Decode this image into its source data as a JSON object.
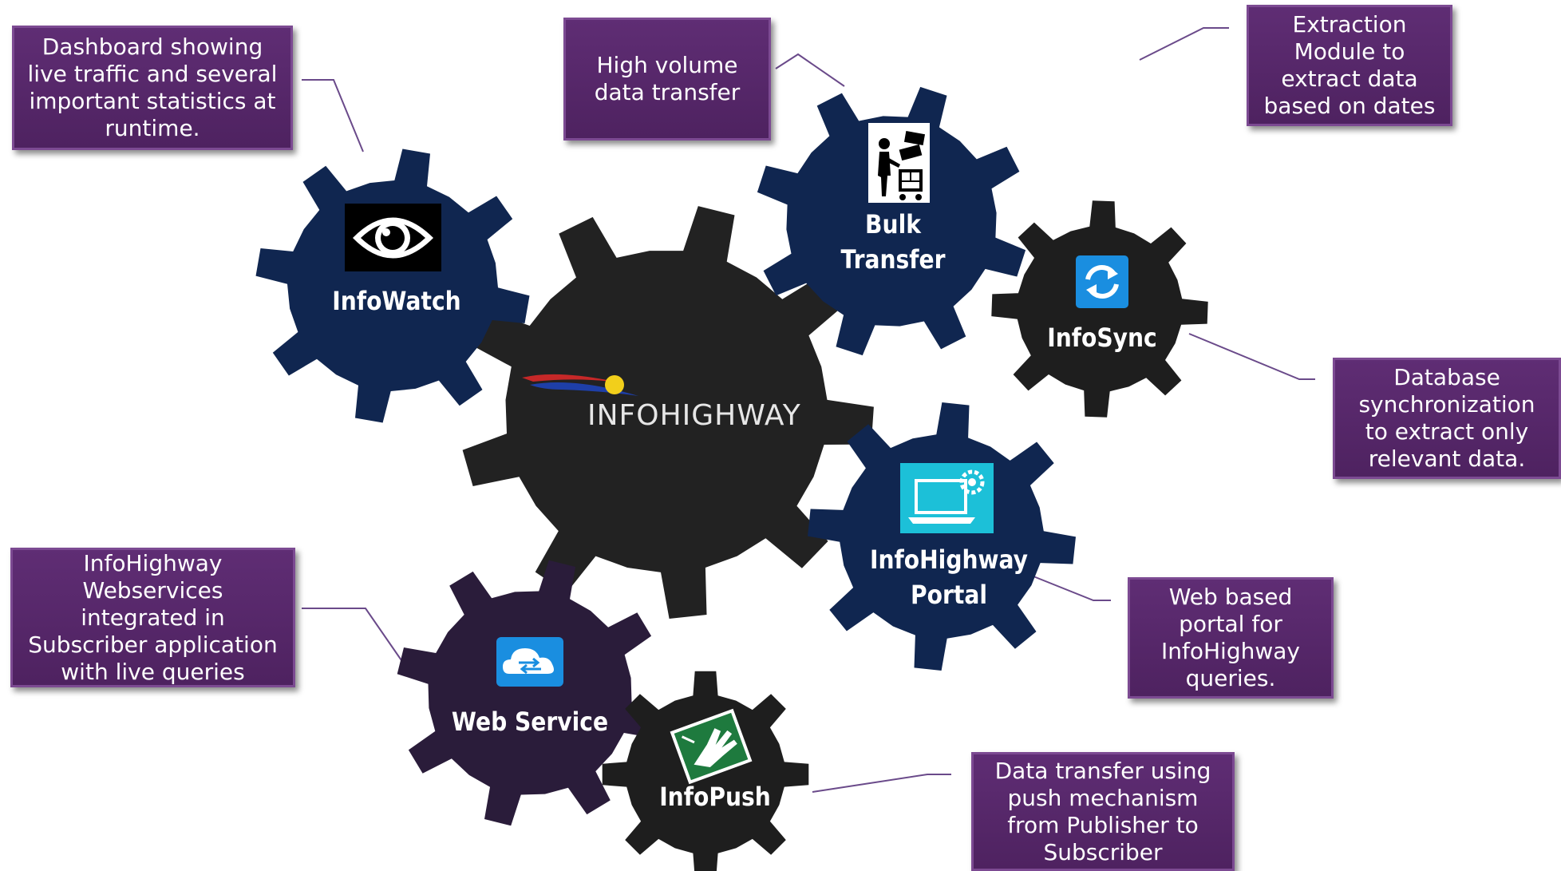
{
  "brand": {
    "name": "INFOHIGHWAY",
    "colors": {
      "swoosh_red": "#c62828",
      "swoosh_blue": "#1e3fa8",
      "sun": "#f2cf1b"
    }
  },
  "gears": [
    {
      "id": "infowatch",
      "label": "InfoWatch",
      "color": "#102650",
      "icon": "eye-icon"
    },
    {
      "id": "bulk",
      "label": "Bulk\nTransfer",
      "color": "#102650",
      "icon": "worker-icon"
    },
    {
      "id": "infosync",
      "label": "InfoSync",
      "color": "#1e1e1e",
      "icon": "sync-icon"
    },
    {
      "id": "portal",
      "label": "InfoHighway\nPortal",
      "color": "#102650",
      "icon": "laptop-gear-icon"
    },
    {
      "id": "webservice",
      "label": "Web Service",
      "color": "#2a1c3a",
      "icon": "cloud-transfer-icon"
    },
    {
      "id": "infopush",
      "label": "InfoPush",
      "color": "#1e1e1e",
      "icon": "hand-push-icon"
    },
    {
      "id": "center",
      "label": "",
      "color": "#222222",
      "icon": "infohighway-logo"
    }
  ],
  "callouts": [
    {
      "id": "infowatch",
      "text": "Dashboard showing\nlive traffic and several\nimportant statistics at\nruntime."
    },
    {
      "id": "bulk",
      "text": "High volume\ndata transfer"
    },
    {
      "id": "extraction",
      "text": "Extraction\nModule to\nextract data\nbased on dates"
    },
    {
      "id": "infosync",
      "text": "Database\nsynchronization\nto extract only\nrelevant data."
    },
    {
      "id": "portal",
      "text": "Web based\nportal for\nInfoHighway\nqueries."
    },
    {
      "id": "webservice",
      "text": "InfoHighway\nWebservices\nintegrated in\nSubscriber application\nwith live queries"
    },
    {
      "id": "infopush",
      "text": "Data transfer using\npush mechanism\nfrom Publisher to\nSubscriber"
    }
  ],
  "connector_color": "#6a4a8a",
  "callout_color": "#5a2a6e"
}
